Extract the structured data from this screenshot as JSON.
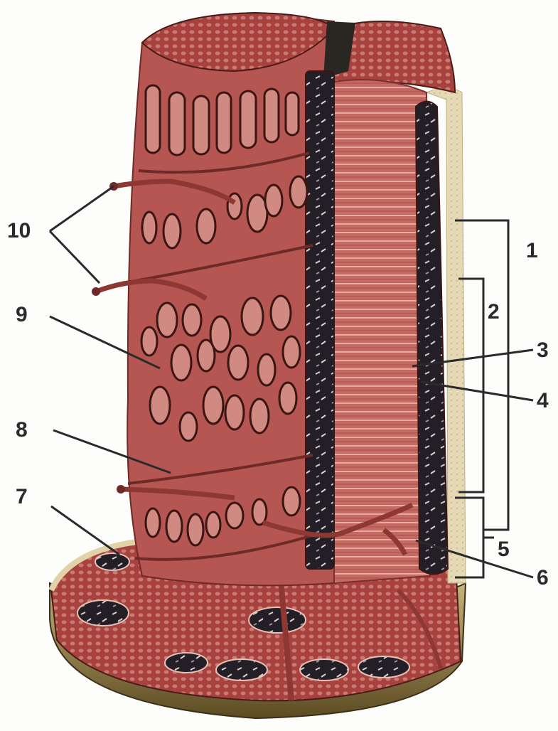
{
  "figure": {
    "labels": [
      "1",
      "2",
      "3",
      "4",
      "5",
      "6",
      "7",
      "8",
      "9",
      "10"
    ]
  },
  "colors": {
    "muscle": "#b65652",
    "muscle_dark": "#8e3834",
    "fibre_outline": "#3a1512",
    "bone": "#d8c79a",
    "bone_dark": "#6b5a2e",
    "osteon": "#26222a",
    "leader": "#2a2a2a"
  }
}
